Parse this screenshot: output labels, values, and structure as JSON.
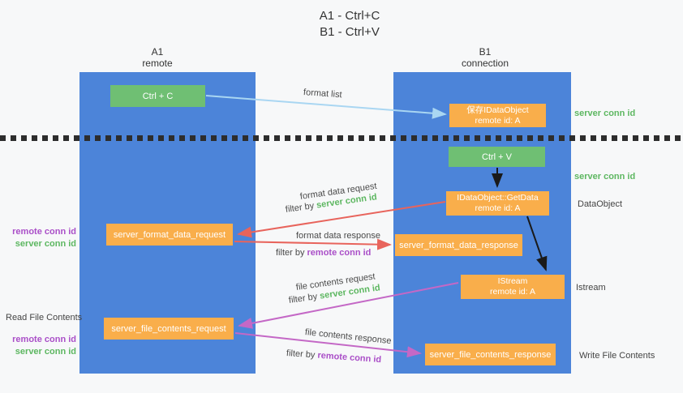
{
  "title": {
    "line1": "A1 - Ctrl+C",
    "line2": "B1 - Ctrl+V"
  },
  "lanes": {
    "a1": {
      "name": "A1",
      "subtitle": "remote"
    },
    "b1": {
      "name": "B1",
      "subtitle": "connection"
    }
  },
  "nodes": {
    "ctrl_c": {
      "label": "Ctrl + C"
    },
    "ctrl_v": {
      "label": "Ctrl + V"
    },
    "save_dataobject": {
      "line1": "保存IDataObject",
      "line2": "remote id: A"
    },
    "getdata": {
      "line1": "IDataObject::GetData",
      "line2": "remote id: A"
    },
    "format_request": {
      "label": "server_format_data_request"
    },
    "format_response": {
      "label": "server_format_data_response"
    },
    "istream": {
      "line1": "IStream",
      "line2": "remote id: A"
    },
    "file_request": {
      "label": "server_file_contents_request"
    },
    "file_response": {
      "label": "server_file_contents_response"
    }
  },
  "arrows": {
    "format_list": {
      "label": "format list"
    },
    "format_data_request": {
      "label": "format data request",
      "filter_prefix": "filter by",
      "filter_key": "server conn id"
    },
    "format_data_response": {
      "label": "format data response",
      "filter_prefix": "filter by",
      "filter_key": "remote conn id"
    },
    "file_contents_request": {
      "label": "file contents request",
      "filter_prefix": "filter by",
      "filter_key": "server conn id"
    },
    "file_contents_response": {
      "label": "file contents response",
      "filter_prefix": "filter by",
      "filter_key": "remote conn id"
    }
  },
  "annotations": {
    "server_conn_id_top": "server conn id",
    "server_conn_id_mid": "server conn id",
    "dataobject": "DataObject",
    "istream": "Istream",
    "write_file_contents": "Write File Contents",
    "read_file_contents": "Read File Contents",
    "left_top": {
      "remote": "remote conn id",
      "server": "server conn id"
    },
    "left_bottom": {
      "remote": "remote conn id",
      "server": "server conn id"
    }
  },
  "colors": {
    "lane_blue": "#4c84d9",
    "box_green": "#6fbf73",
    "box_orange": "#f9ae4b",
    "arrow_red": "#e8645c",
    "arrow_magenta": "#c468c6",
    "arrow_lightblue": "#a9d6f2",
    "arrow_black": "#1a1a1a",
    "text_green": "#5db761",
    "text_purple": "#aa4fc8"
  }
}
